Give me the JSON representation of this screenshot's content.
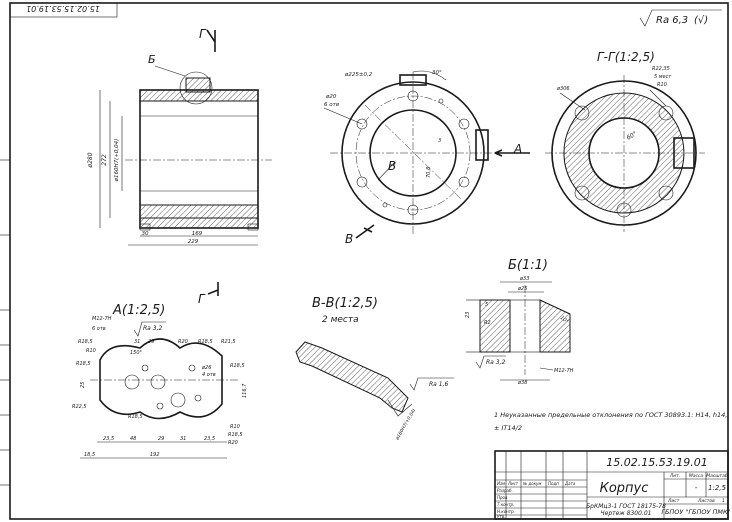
{
  "stamp_top": "15.02.15.53.19.01",
  "roughness": {
    "main": "Ra 6,3",
    "extra": "(√)"
  },
  "views": {
    "main": {
      "section_letter": "Б",
      "cut_letter": "Г",
      "dims": {
        "d280": "ø280",
        "d272": "272",
        "d160": "ø160H7(+0,04)",
        "l30": "30",
        "l169": "169",
        "l229": "229"
      }
    },
    "front": {
      "dims": {
        "pcd": "ø225±0,2",
        "holes": "ø20",
        "holes_count": "6 отв",
        "angle": "30°",
        "arrow_a": "A",
        "cut_b": "В",
        "d1": "3",
        "d2": "70,8"
      }
    },
    "section_gg": {
      "title": "Г-Г(1:2,5)",
      "dims": {
        "r": "R22,35",
        "places": "5 мест",
        "r10": "R10",
        "d306": "ø306",
        "angle": "60°"
      }
    },
    "view_a": {
      "title": "A(1:2,5)",
      "cut": "Г",
      "roughness": "Ra 3,2",
      "labels": [
        "M12-7H",
        "6 отв",
        "R18,5",
        "R10",
        "31",
        "29",
        "R20",
        "R18,5",
        "R21,5",
        "150°",
        "R18,5",
        "R18,5",
        "R22,5",
        "ø26",
        "4 отв",
        "R18,5",
        "R10",
        "R18,5",
        "R20",
        "25",
        "116,7",
        "23,5",
        "48",
        "29",
        "31",
        "23,5",
        "18,5",
        "192"
      ]
    },
    "section_vv": {
      "title": "В-В(1:2,5)",
      "subtitle": "2 места",
      "roughness": "Ra 1,6",
      "dim": "ø160H7(+0,04)"
    },
    "detail_b": {
      "title": "Б(1:1)",
      "dims": {
        "d33": "ø33",
        "d25": "ø25",
        "r2": "R2",
        "l23": "23",
        "l5": "5",
        "angle": "10°",
        "ra": "Ra 3,2",
        "d38": "ø38",
        "thread": "M12-7H"
      }
    }
  },
  "note": {
    "text": "1 Неуказанные предельные отклонения по ГОСТ 30893.1: H14, h14,",
    "tol": "± IT14/2"
  },
  "title_block": {
    "code": "15.02.15.53.19.01",
    "name": "Корпус",
    "material_line1": "БрКМц3-1 ГОСТ 18175-78",
    "material_line2": "Чертеж 8300.01",
    "org": "ГБПОУ \"ГБПОУ ПМК\"",
    "col_lit": "Лит.",
    "col_mass": "Масса",
    "col_scale": "Масштаб",
    "mass_value": "-",
    "scale_value": "1:2,5",
    "sheet_label": "Лист",
    "sheets_label": "Листов",
    "sheets_value": "1",
    "row_headers": [
      "Изм",
      "Лист",
      "№ докум",
      "Подп",
      "Дата"
    ],
    "row_roles": [
      "Разраб.",
      "Пров.",
      "Т.контр.",
      "",
      "Н.контр.",
      "Утв."
    ]
  }
}
